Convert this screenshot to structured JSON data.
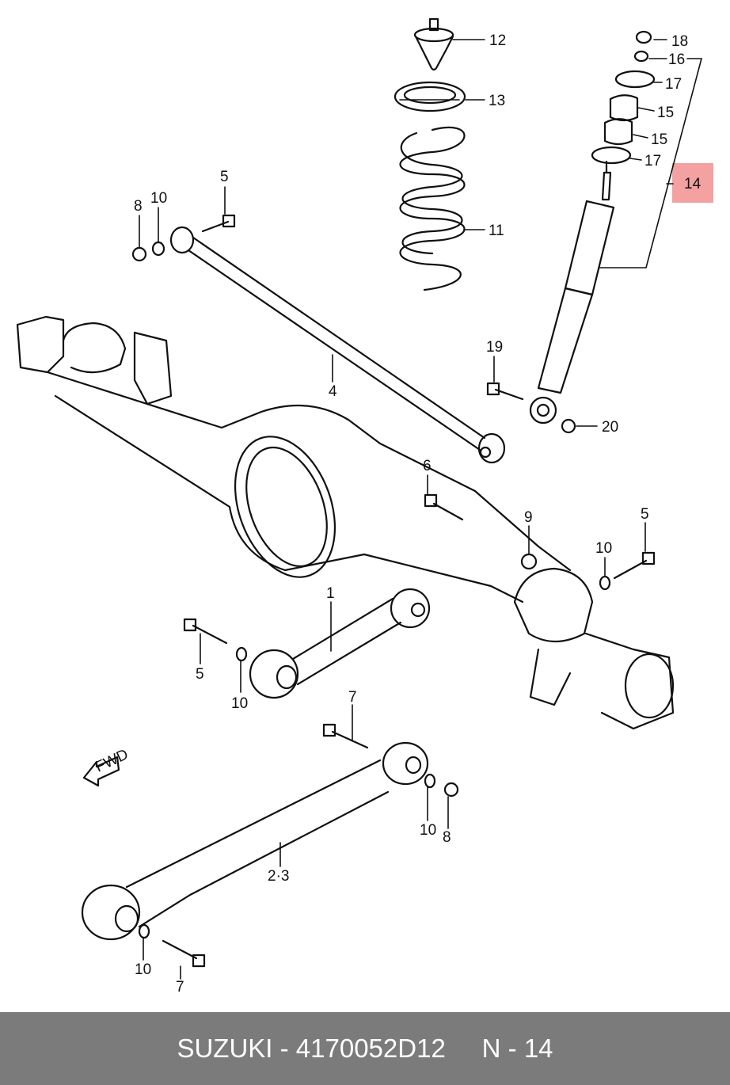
{
  "footer": {
    "brand": "SUZUKI",
    "separator": " - ",
    "part_number": "4170052D12",
    "gap": "     ",
    "ref": "N - 14"
  },
  "highlight_color": "#f08a8a",
  "callouts": {
    "c1": "1",
    "c2_3": "2·3",
    "c4": "4",
    "c5a": "5",
    "c5b": "5",
    "c5c": "5",
    "c6": "6",
    "c7a": "7",
    "c7b": "7",
    "c8a": "8",
    "c8b": "8",
    "c9": "9",
    "c10a": "10",
    "c10b": "10",
    "c10c": "10",
    "c10d": "10",
    "c10e": "10",
    "c11": "11",
    "c12": "12",
    "c13": "13",
    "c14": "14",
    "c15a": "15",
    "c15b": "15",
    "c16": "16",
    "c17a": "17",
    "c17b": "17",
    "c18": "18",
    "c19": "19",
    "c20": "20"
  },
  "fwd_arrow": "FWD"
}
